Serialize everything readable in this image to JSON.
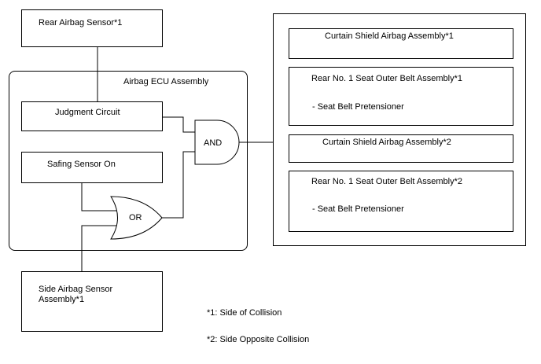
{
  "rear_sensor": "Rear Airbag Sensor*1",
  "ecu": {
    "title": "Airbag ECU Assembly",
    "judgment": "Judgment Circuit",
    "safing": "Safing Sensor On",
    "and_gate": "AND",
    "or_gate": "OR"
  },
  "side_sensor": [
    "Side Airbag Sensor",
    "Assembly*1"
  ],
  "outputs": {
    "curtain1": "Curtain Shield Airbag Assembly*1",
    "belt1": "Rear No. 1 Seat Outer Belt Assembly*1",
    "belt1_sub": "- Seat Belt Pretensioner",
    "curtain2": "Curtain Shield Airbag Assembly*2",
    "belt2": "Rear No. 1 Seat Outer Belt Assembly*2",
    "belt2_sub": "- Seat Belt Pretensioner"
  },
  "notes": [
    "*1: Side of Collision",
    "*2: Side Opposite Collision"
  ]
}
